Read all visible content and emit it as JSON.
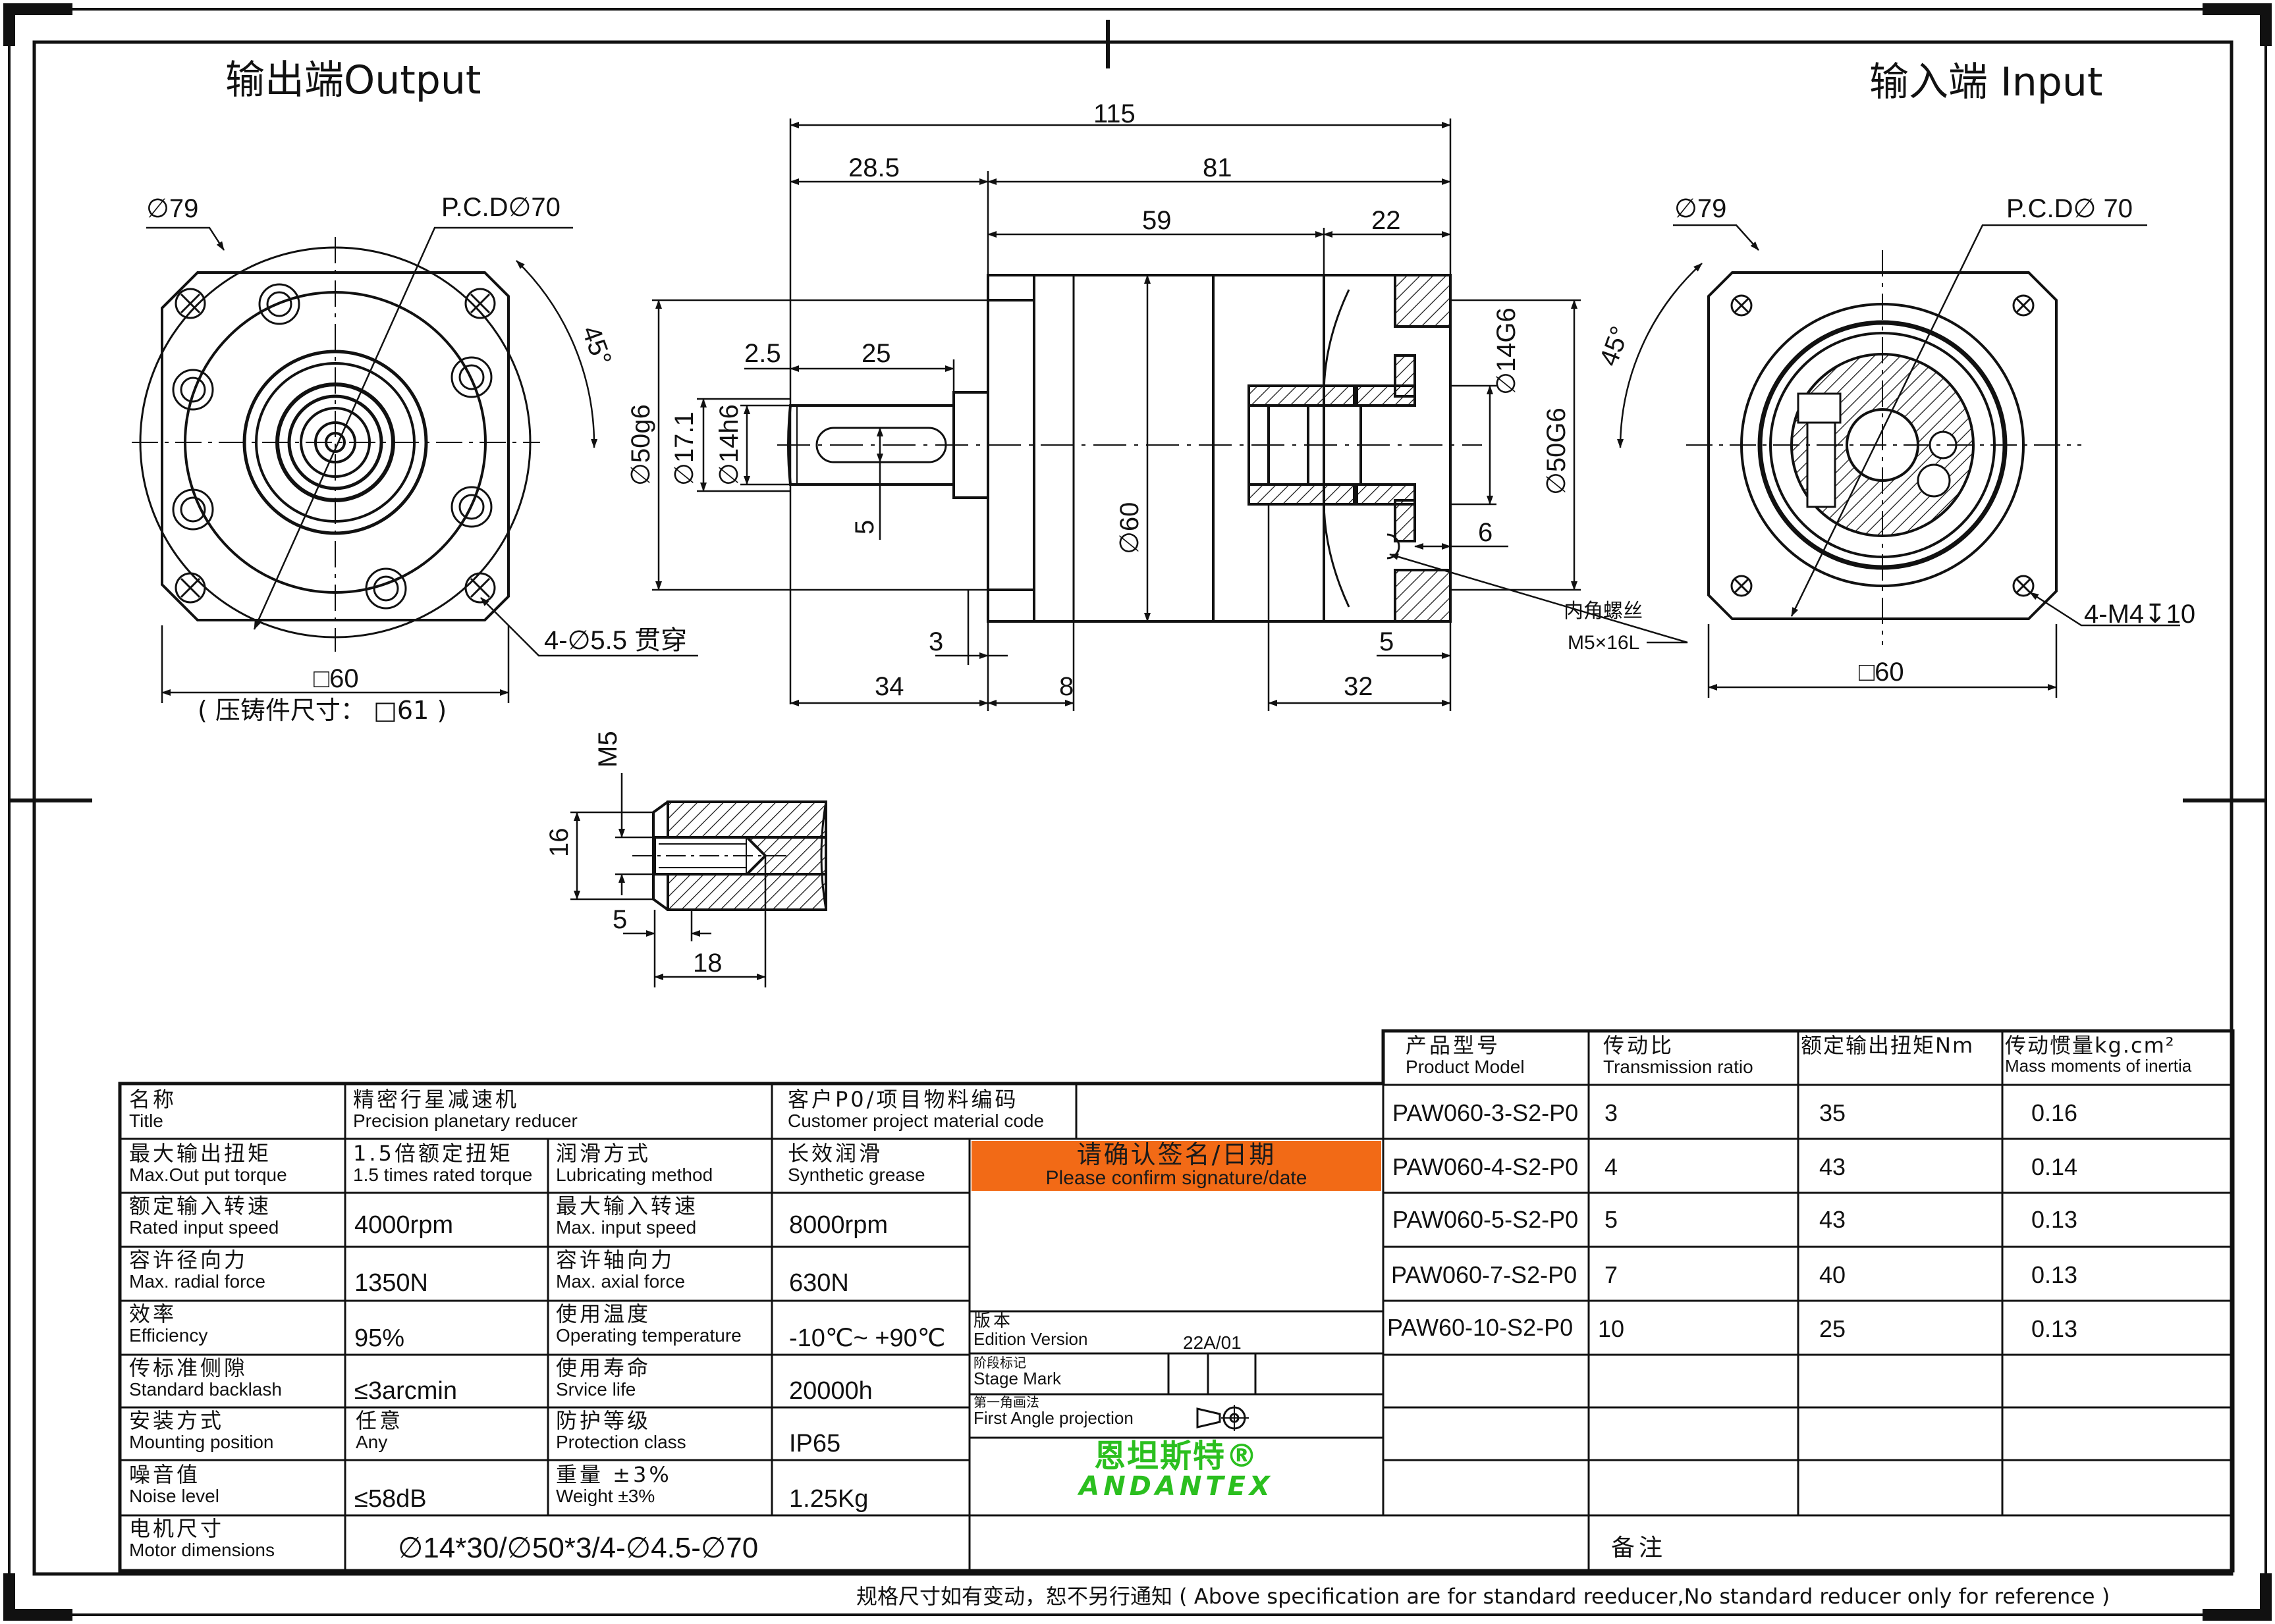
{
  "views": {
    "output_title": "输出端Output",
    "input_title": "输入端 Input"
  },
  "dims": {
    "out_d79": "∅79",
    "out_pcd": "P.C.D∅70",
    "out_45": "45°",
    "out_sq60": "□60",
    "out_cast": "( 压铸件尺寸： □61 )",
    "out_holes": "4-∅5.5 贯穿",
    "d115": "115",
    "d28_5": "28.5",
    "d81": "81",
    "d59": "59",
    "d22": "22",
    "d2_5": "2.5",
    "d25": "25",
    "d50g6": "∅50g6",
    "d17_1": "∅17.1",
    "d14h6": "∅14h6",
    "d5": "5",
    "d60": "∅60",
    "d14g6": "∅14G6",
    "d50G6": "∅50G6",
    "d6": "6",
    "d3": "3",
    "d5b": "5",
    "d34": "34",
    "d8": "8",
    "d32": "32",
    "inner_thread_cn": "内角螺丝",
    "inner_thread": "M5×16L",
    "in_d79": "∅79",
    "in_pcd": "P.C.D∅ 70",
    "in_45": "45°",
    "in_holes": "4-M4↧10",
    "in_sq60": "□60",
    "m5": "M5",
    "d16": "16",
    "d5c": "5",
    "d18": "18"
  },
  "spec": {
    "name_cn": "名称",
    "name_en": "Title",
    "name_val_cn": "精密行星减速机",
    "name_val_en": "Precision planetary reducer",
    "cust_cn": "客户P0/项目物料编码",
    "cust_en": "Customer project material code",
    "torque_cn": "最大输出扭矩",
    "torque_en": "Max.Out put torque",
    "torque_val_cn": "1.5倍额定扭矩",
    "torque_val_en": "1.5 times rated torque",
    "lube_cn": "润滑方式",
    "lube_en": "Lubricating method",
    "lube_val_cn": "长效润滑",
    "lube_val_en": "Synthetic grease",
    "rated_speed_cn": "额定输入转速",
    "rated_speed_en": "Rated input speed",
    "rated_speed_val": "4000rpm",
    "max_speed_cn": "最大输入转速",
    "max_speed_en": "Max. input speed",
    "max_speed_val": "8000rpm",
    "radial_cn": "容许径向力",
    "radial_en": "Max. radial force",
    "radial_val": "1350N",
    "axial_cn": "容许轴向力",
    "axial_en": "Max. axial force",
    "axial_val": "630N",
    "eff_cn": "效率",
    "eff_en": "Efficiency",
    "eff_val": "95%",
    "temp_cn": "使用温度",
    "temp_en": "Operating temperature",
    "temp_val": "-10℃~ +90℃",
    "backlash_cn": "传标准侧隙",
    "backlash_en": "Standard backlash",
    "backlash_val": "≤3arcmin",
    "life_cn": "使用寿命",
    "life_en": "Srvice life",
    "life_val": "20000h",
    "mount_cn": "安装方式",
    "mount_en": "Mounting position",
    "mount_val_cn": "任意",
    "mount_val_en": "Any",
    "prot_cn": "防护等级",
    "prot_en": "Protection class",
    "prot_val": "IP65",
    "noise_cn": "噪音值",
    "noise_en": "Noise level",
    "noise_val": "≤58dB",
    "weight_cn": "重量 ±3%",
    "weight_en": "Weight ±3%",
    "weight_val": "1.25Kg",
    "motor_cn": "电机尺寸",
    "motor_en": "Motor dimensions",
    "motor_val": "∅14*30/∅50*3/4-∅4.5-∅70"
  },
  "confirm": {
    "cn": "请确认签名/日期",
    "en": "Please confirm signature/date",
    "color": "#f26a16"
  },
  "edition": {
    "version_cn": "版本",
    "version_en": "Edition Version",
    "version_val": "22A/01",
    "stage_cn": "阶段标记",
    "stage_en": "Stage Mark",
    "proj_cn": "第一角画法",
    "proj_en": "First Angle projection"
  },
  "brand": {
    "cn": "恩坦斯特®",
    "en": "ANDANTEX",
    "color": "#2bbf1f"
  },
  "models": {
    "headers": [
      {
        "cn": "产品型号",
        "en": "Product Model"
      },
      {
        "cn": "传动比",
        "en": "Transmission ratio"
      },
      {
        "cn": "额定输出扭矩Nm",
        "en": ""
      },
      {
        "cn": "传动惯量kg.cm²",
        "en": "Mass moments of inertia"
      }
    ],
    "rows": [
      [
        "PAW060-3-S2-P0",
        "3",
        "35",
        "0.16"
      ],
      [
        "PAW060-4-S2-P0",
        "4",
        "43",
        "0.14"
      ],
      [
        "PAW060-5-S2-P0",
        "5",
        "43",
        "0.13"
      ],
      [
        "PAW060-7-S2-P0",
        "7",
        "40",
        "0.13"
      ],
      [
        "PAW60-10-S2-P0",
        "10",
        "25",
        "0.13"
      ]
    ],
    "remarks_label": "备注"
  },
  "footer": "规格尺寸如有变动，恕不另行通知 ( Above specification are for standard reeducer,No standard reducer only for reference )"
}
